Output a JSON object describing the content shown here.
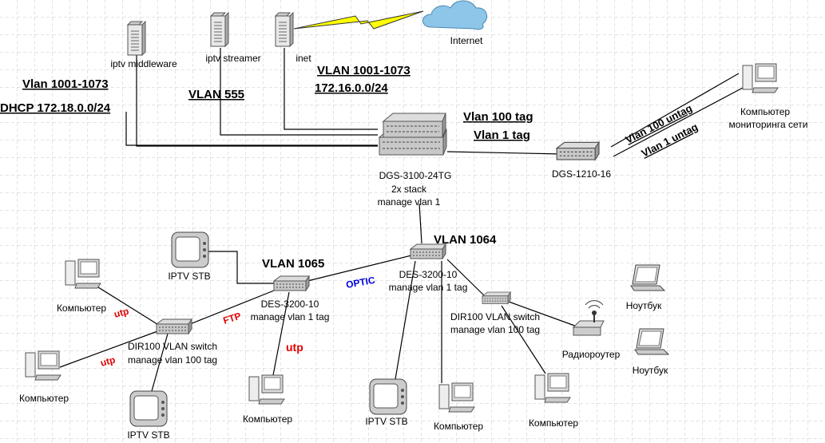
{
  "colors": {
    "grid": "#c8c8c8",
    "fiber_label": "#0000e0",
    "utp_label": "#e00000",
    "lightning": "#ffff00",
    "cloud": "#8ec6ea"
  },
  "nodes": {
    "middleware": {
      "label": "iptv middleware",
      "icon": "server-icon"
    },
    "streamer": {
      "label": "iptv streamer",
      "icon": "server-icon"
    },
    "inet": {
      "label": "inet",
      "icon": "server-icon"
    },
    "internet": {
      "label": "Internet",
      "icon": "cloud-icon"
    },
    "core": {
      "label1": "DGS-3100-24TG",
      "label2": "2x stack",
      "label3": "manage vlan 1",
      "icon": "stacked-switch-icon"
    },
    "dgs1210": {
      "label": "DGS-1210-16",
      "icon": "switch-icon"
    },
    "monitor_pc": {
      "label1": "Компьютер",
      "label2": "мониторинга сети",
      "icon": "computer-icon"
    },
    "des1064": {
      "label1": "DES-3200-10",
      "label2": "manage vlan 1 tag",
      "icon": "switch-icon"
    },
    "des1065": {
      "label1": "DES-3200-10",
      "label2": "manage vlan 1 tag",
      "icon": "switch-icon"
    },
    "dir_left": {
      "label1": "DIR100 VLAN switch",
      "label2": "manage vlan 100 tag",
      "icon": "switch-icon"
    },
    "dir_right": {
      "label1": "DIR100 VLAN switch",
      "label2": "manage vlan 100 tag",
      "icon": "switch-icon"
    },
    "stb1": {
      "label": "IPTV STB"
    },
    "stb2": {
      "label": "IPTV STB"
    },
    "stb3": {
      "label": "IPTV STB"
    },
    "pc1": {
      "label": "Компьютер"
    },
    "pc2": {
      "label": "Компьютер"
    },
    "pc3": {
      "label": "Компьютер"
    },
    "pc4": {
      "label": "Компьютер"
    },
    "pc5": {
      "label": "Компьютер"
    },
    "router": {
      "label": "Радиороутер"
    },
    "nb1": {
      "label": "Ноутбук"
    },
    "nb2": {
      "label": "Ноутбук"
    }
  },
  "annotations": {
    "vlan_mw": "Vlan 1001-1073",
    "dhcp": "DHCP 172.18.0.0/24",
    "vlan555": "VLAN 555",
    "vlan_inet": "VLAN 1001-1073",
    "net_inet": "172.16.0.0/24",
    "vlan100tag": "Vlan 100 tag",
    "vlan1tag": "Vlan 1 tag",
    "vlan100untag": "Vlan 100 untag",
    "vlan1untag": "Vlan 1 untag",
    "vlan1064": "VLAN 1064",
    "vlan1065": "VLAN 1065",
    "optic": "OPTIC",
    "ftp": "FTP",
    "utp1": "utp",
    "utp2": "utp",
    "utp3": "utp"
  }
}
